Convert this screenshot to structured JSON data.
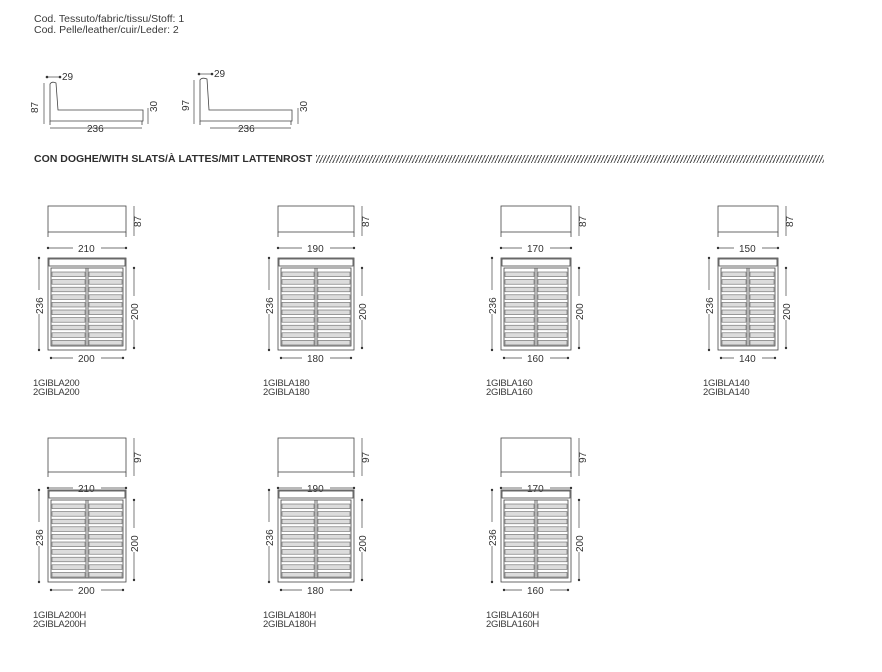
{
  "header": {
    "fabric_code": "Cod. Tessuto/fabric/tissu/Stoff: 1",
    "leather_code": "Cod. Pelle/leather/cuir/Leder: 2"
  },
  "side_views": [
    {
      "headboard_depth": "29",
      "height": "87",
      "length": "236",
      "side_height": "30"
    },
    {
      "headboard_depth": "29",
      "height": "97",
      "length": "236",
      "side_height": "30"
    }
  ],
  "section_title": "CON DOGHE/WITH SLATS/À LATTES/MIT LATTENROST",
  "models": [
    {
      "code1": "1GIBLA200",
      "code2": "2GIBLA200",
      "outer_width": "210",
      "height": "87",
      "length": "236",
      "mattress_length": "200",
      "mattress_width": "200"
    },
    {
      "code1": "1GIBLA180",
      "code2": "2GIBLA180",
      "outer_width": "190",
      "height": "87",
      "length": "236",
      "mattress_length": "200",
      "mattress_width": "180"
    },
    {
      "code1": "1GIBLA160",
      "code2": "2GIBLA160",
      "outer_width": "170",
      "height": "87",
      "length": "236",
      "mattress_length": "200",
      "mattress_width": "160"
    },
    {
      "code1": "1GIBLA140",
      "code2": "2GIBLA140",
      "outer_width": "150",
      "height": "87",
      "length": "236",
      "mattress_length": "200",
      "mattress_width": "140"
    },
    {
      "code1": "1GIBLA200H",
      "code2": "2GIBLA200H",
      "outer_width": "210",
      "height": "97",
      "length": "236",
      "mattress_length": "200",
      "mattress_width": "200"
    },
    {
      "code1": "1GIBLA180H",
      "code2": "2GIBLA180H",
      "outer_width": "190",
      "height": "97",
      "length": "236",
      "mattress_length": "200",
      "mattress_width": "180"
    },
    {
      "code1": "1GIBLA160H",
      "code2": "2GIBLA160H",
      "outer_width": "170",
      "height": "97",
      "length": "236",
      "mattress_length": "200",
      "mattress_width": "160"
    }
  ]
}
